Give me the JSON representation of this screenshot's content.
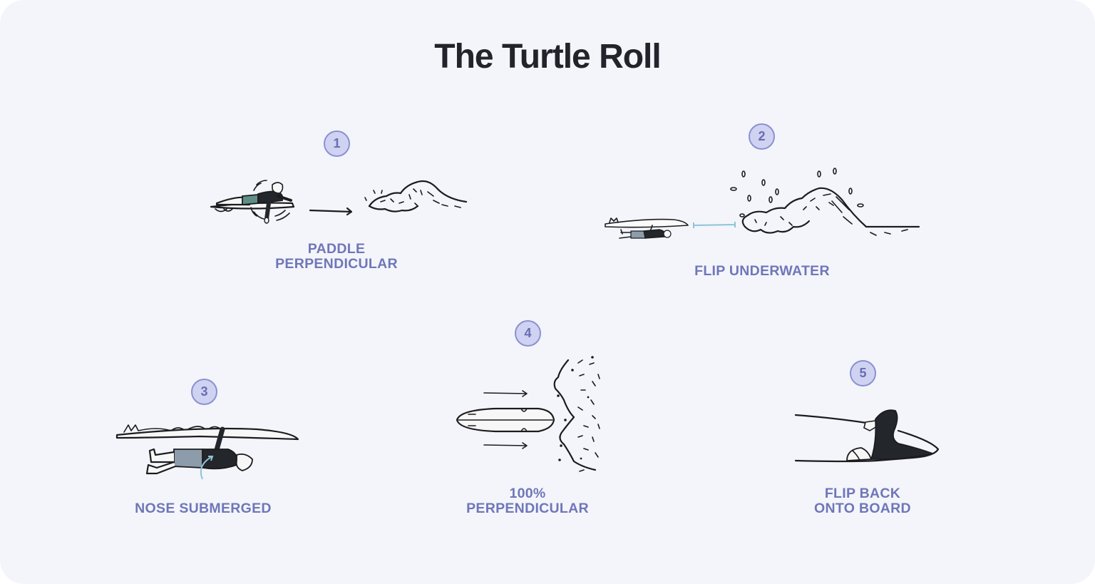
{
  "title": "The Turtle Roll",
  "colors": {
    "background": "#f3f5fa",
    "title": "#22232b",
    "label": "#6f76b8",
    "badge_fill": "#cfd2f1",
    "badge_border": "#8b91d0",
    "badge_text": "#676db0",
    "ink": "#1c1c1f",
    "wetsuit": "#23262b",
    "shorts_green": "#5e8f86",
    "shorts_gray": "#8d9cab",
    "accent_blue": "#8fc3d8"
  },
  "steps": [
    {
      "number": "1",
      "label": "PADDLE\nPERPENDICULAR",
      "illustration": "surfer-paddling-toward-wave-icon"
    },
    {
      "number": "2",
      "label": "FLIP UNDERWATER",
      "illustration": "surfer-flipped-under-board-before-wave-icon"
    },
    {
      "number": "3",
      "label": "NOSE SUBMERGED",
      "illustration": "surfer-under-board-pulling-nose-down-icon"
    },
    {
      "number": "4",
      "label": "100%\nPERPENDICULAR",
      "illustration": "board-top-view-perpendicular-to-whitewater-icon"
    },
    {
      "number": "5",
      "label": "FLIP BACK\nONTO BOARD",
      "illustration": "surfer-climbing-back-onto-board-icon"
    }
  ]
}
